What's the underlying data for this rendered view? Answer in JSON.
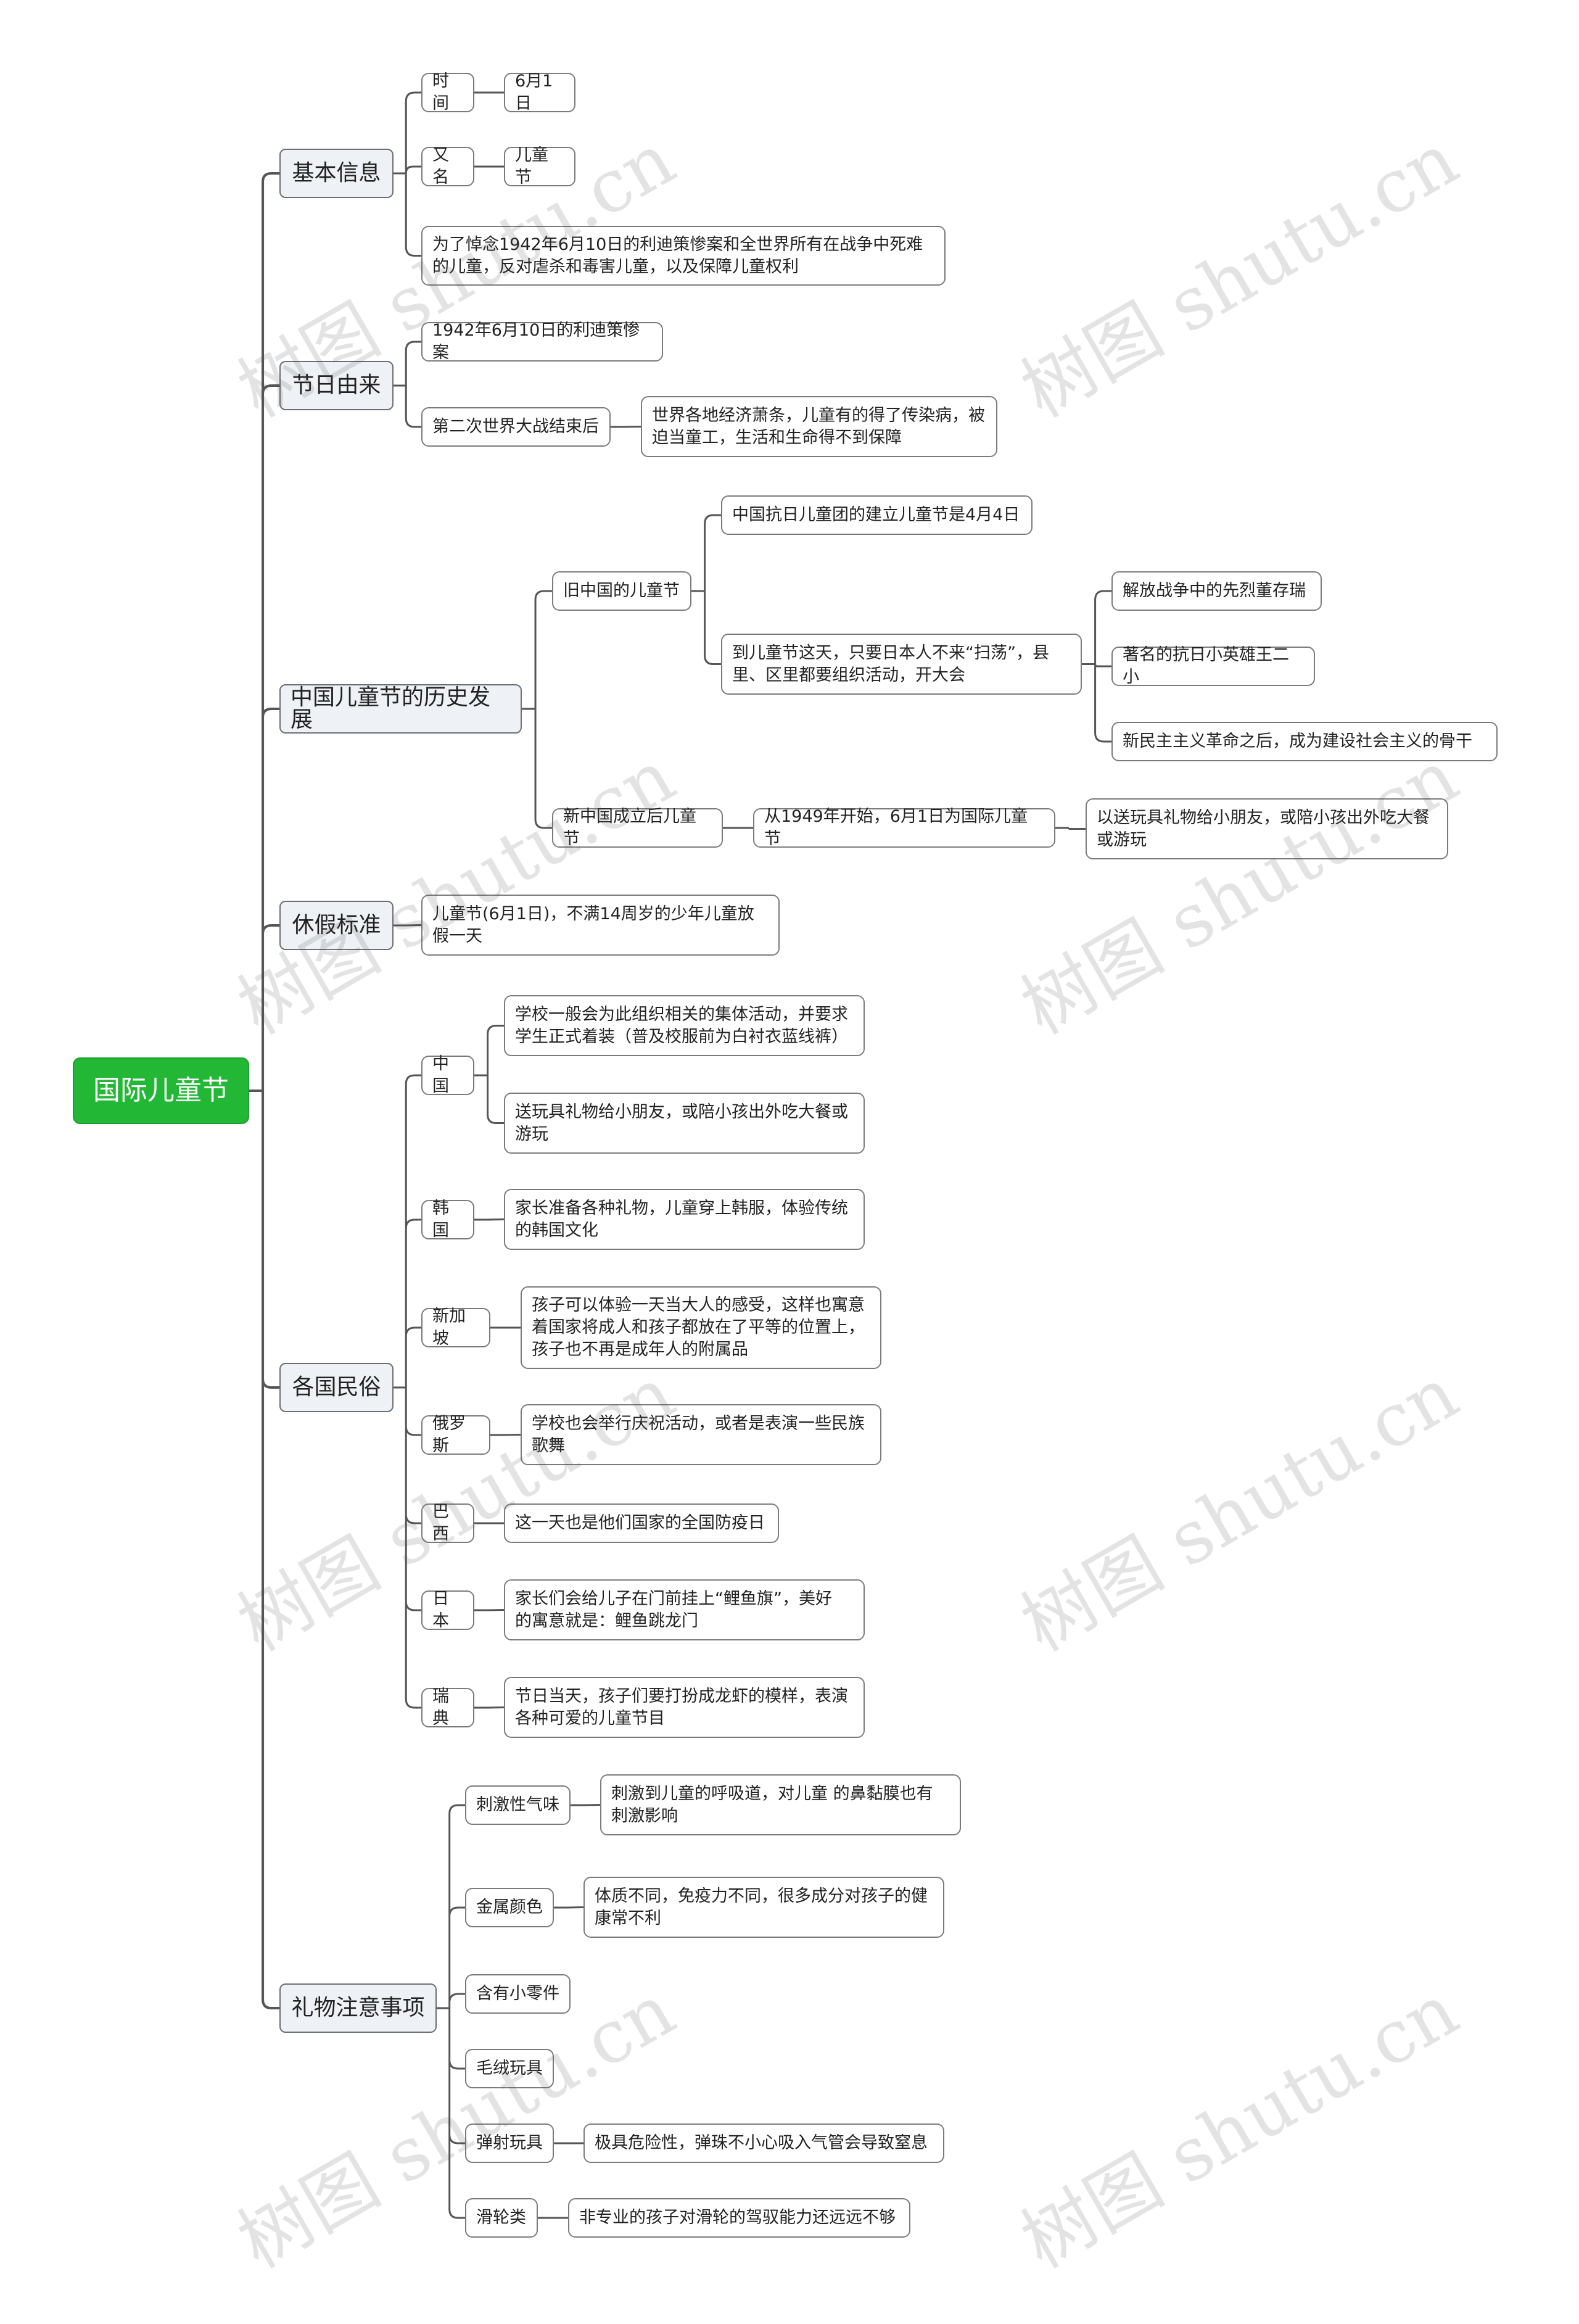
{
  "watermark": "树图 shutu.cn",
  "colors": {
    "root_fill": "#22b735",
    "line": "#555555",
    "node_border": "#7b7b7b",
    "l1_fill": "#eef1f5"
  },
  "mindmap": {
    "root": "国际儿童节",
    "branches": [
      {
        "label": "基本信息",
        "children": [
          {
            "label": "时间",
            "children": [
              {
                "label": "6月1日"
              }
            ]
          },
          {
            "label": "又名",
            "children": [
              {
                "label": "儿童节"
              }
            ]
          },
          {
            "label": "为了悼念1942年6月10日的利迪策惨案和全世界所有在战争中死难\n的儿童，反对虐杀和毒害儿童，以及保障儿童权利"
          }
        ]
      },
      {
        "label": "节日由来",
        "children": [
          {
            "label": "1942年6月10日的利迪策惨案"
          },
          {
            "label": "第二次世界大战结束后",
            "children": [
              {
                "label": "世界各地经济萧条，儿童有的得了传染病，被\n迫当童工，生活和生命得不到保障"
              }
            ]
          }
        ]
      },
      {
        "label": "中国儿童节的历史发展",
        "children": [
          {
            "label": "旧中国的儿童节",
            "children": [
              {
                "label": "中国抗日儿童团的建立儿童节是4月4日"
              },
              {
                "label": "到儿童节这天，只要日本人不来“扫荡”，县\n里、区里都要组织活动，开大会",
                "children": [
                  {
                    "label": "解放战争中的先烈董存瑞"
                  },
                  {
                    "label": "著名的抗日小英雄王二小"
                  },
                  {
                    "label": "新民主主义革命之后，成为建设社会主义的骨干"
                  }
                ]
              }
            ]
          },
          {
            "label": "新中国成立后儿童节",
            "children": [
              {
                "label": "从1949年开始，6月1日为国际儿童节",
                "children": [
                  {
                    "label": "以送玩具礼物给小朋友，或陪小孩出外吃大餐\n或游玩"
                  }
                ]
              }
            ]
          }
        ]
      },
      {
        "label": "休假标准",
        "children": [
          {
            "label": "儿童节(6月1日)，不满14周岁的少年儿童放\n假一天"
          }
        ]
      },
      {
        "label": "各国民俗",
        "children": [
          {
            "label": "中国",
            "children": [
              {
                "label": "学校一般会为此组织相关的集体活动，并要求\n学生正式着装（普及校服前为白衬衣蓝线裤）"
              },
              {
                "label": "送玩具礼物给小朋友，或陪小孩出外吃大餐或\n游玩"
              }
            ]
          },
          {
            "label": "韩国",
            "children": [
              {
                "label": "家长准备各种礼物，儿童穿上韩服，体验传统\n的韩国文化"
              }
            ]
          },
          {
            "label": "新加坡",
            "children": [
              {
                "label": "孩子可以体验一天当大人的感受，这样也寓意\n着国家将成人和孩子都放在了平等的位置上，\n孩子也不再是成年人的附属品"
              }
            ]
          },
          {
            "label": "俄罗斯",
            "children": [
              {
                "label": "学校也会举行庆祝活动，或者是表演一些民族\n歌舞"
              }
            ]
          },
          {
            "label": "巴西",
            "children": [
              {
                "label": "这一天也是他们国家的全国防疫日"
              }
            ]
          },
          {
            "label": "日本",
            "children": [
              {
                "label": "家长们会给儿子在门前挂上“鲤鱼旗”，美好\n的寓意就是：鲤鱼跳龙门"
              }
            ]
          },
          {
            "label": "瑞典",
            "children": [
              {
                "label": "节日当天，孩子们要打扮成龙虾的模样，表演\n各种可爱的儿童节目"
              }
            ]
          }
        ]
      },
      {
        "label": "礼物注意事项",
        "children": [
          {
            "label": "刺激性气味",
            "children": [
              {
                "label": "刺激到儿童的呼吸道，对儿童 的鼻黏膜也有\n刺激影响"
              }
            ]
          },
          {
            "label": "金属颜色",
            "children": [
              {
                "label": "体质不同，免疫力不同，很多成分对孩子的健\n康常不利"
              }
            ]
          },
          {
            "label": "含有小零件"
          },
          {
            "label": "毛绒玩具"
          },
          {
            "label": "弹射玩具",
            "children": [
              {
                "label": "极具危险性，弹珠不小心吸入气管会导致窒息"
              }
            ]
          },
          {
            "label": "滑轮类",
            "children": [
              {
                "label": "非专业的孩子对滑轮的驾驭能力还远远不够"
              }
            ]
          }
        ]
      }
    ]
  }
}
